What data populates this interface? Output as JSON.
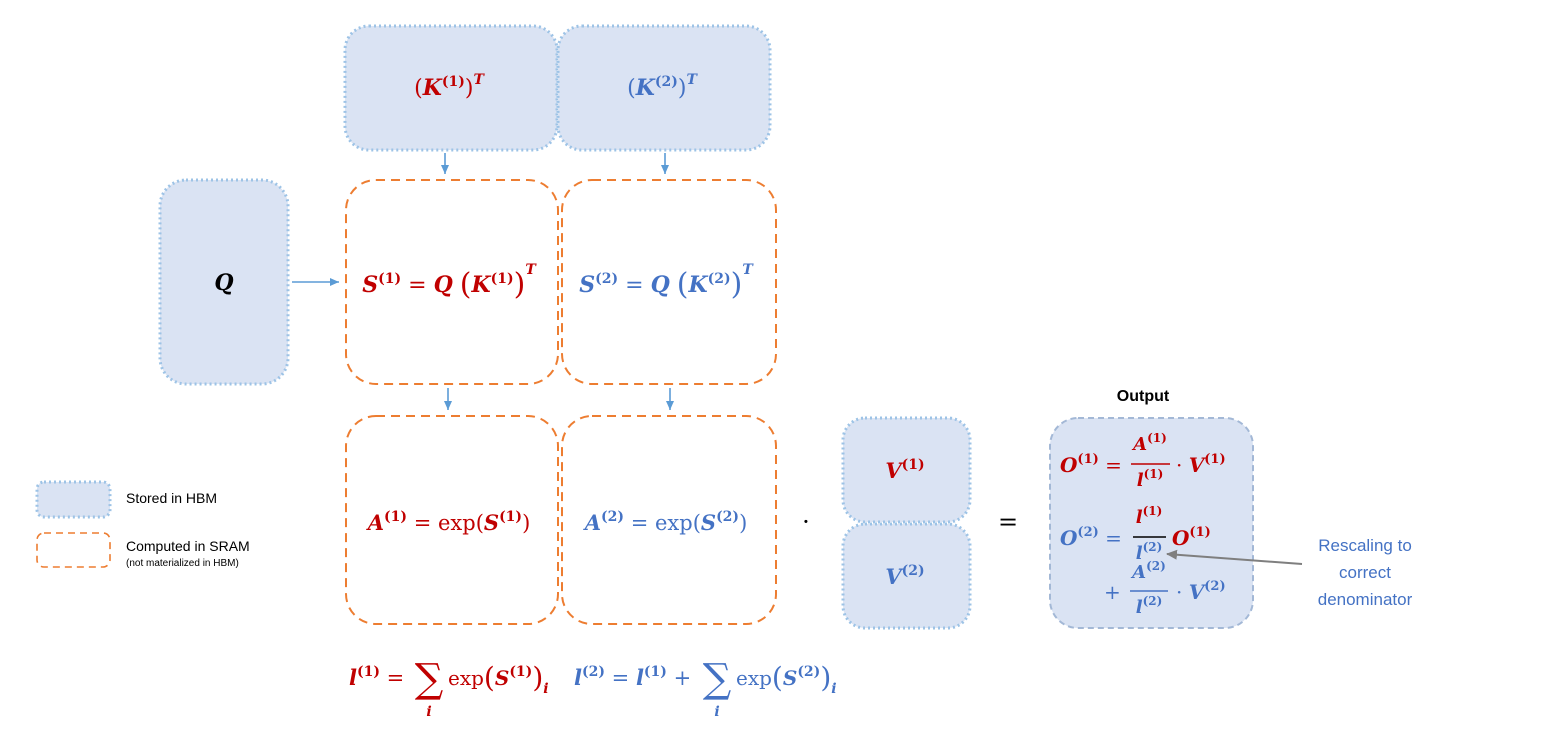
{
  "colors": {
    "red": "#c00000",
    "blue": "#4472c4",
    "hbm_fill": "#dae3f3",
    "hbm_border": "#9dc3e6",
    "sram_border": "#ed7d31",
    "arrow": "#5b9bd5",
    "gray_arrow": "#7f7f7f"
  },
  "boxes": {
    "q": "Q",
    "kt1": {
      "base": "K",
      "sup": "(1)",
      "outer_sup": "T"
    },
    "kt2": {
      "base": "K",
      "sup": "(2)",
      "outer_sup": "T"
    },
    "s1": {
      "lhs": "S",
      "lhs_sup": "(1)",
      "q": "Q",
      "k": "K",
      "k_sup": "(1)",
      "t": "T"
    },
    "s2": {
      "lhs": "S",
      "lhs_sup": "(2)",
      "q": "Q",
      "k": "K",
      "k_sup": "(2)",
      "t": "T"
    },
    "a1": {
      "lhs": "A",
      "lhs_sup": "(1)",
      "fn": "exp",
      "arg": "S",
      "arg_sup": "(1)"
    },
    "a2": {
      "lhs": "A",
      "lhs_sup": "(2)",
      "fn": "exp",
      "arg": "S",
      "arg_sup": "(2)"
    },
    "v1": {
      "base": "V",
      "sup": "(1)"
    },
    "v2": {
      "base": "V",
      "sup": "(2)"
    }
  },
  "operators": {
    "dot": "·",
    "equals": "="
  },
  "output": {
    "title": "Output",
    "o1": {
      "lhs": "O",
      "sup": "(1)",
      "num": "A",
      "num_sup": "(1)",
      "den": "l",
      "den_sup": "(1)",
      "dot": "·",
      "v": "V",
      "v_sup": "(1)"
    },
    "o2": {
      "lhs": "O",
      "sup": "(2)",
      "num1": "l",
      "num1_sup": "(1)",
      "den1": "l",
      "den1_sup": "(2)",
      "o": "O",
      "o_sup": "(1)",
      "plus": "+",
      "num2": "A",
      "num2_sup": "(2)",
      "den2": "l",
      "den2_sup": "(2)",
      "dot": "·",
      "v": "V",
      "v_sup": "(2)"
    }
  },
  "annotation": {
    "line1": "Rescaling to",
    "line2": "correct",
    "line3": "denominator"
  },
  "legend": {
    "hbm_label": "Stored in HBM",
    "sram_label": "Computed in SRAM",
    "sram_sub": "(not materialized in HBM)"
  },
  "sums": {
    "l1": {
      "lhs": "l",
      "sup": "(1)",
      "sigma": "∑",
      "sub": "i",
      "fn": "exp",
      "arg": "S",
      "arg_sup": "(1)",
      "idx": "i"
    },
    "l2": {
      "lhs": "l",
      "sup": "(2)",
      "l1": "l",
      "l1_sup": "(1)",
      "plus": "+",
      "sigma": "∑",
      "sub": "i",
      "fn": "exp",
      "arg": "S",
      "arg_sup": "(2)",
      "idx": "i"
    }
  }
}
